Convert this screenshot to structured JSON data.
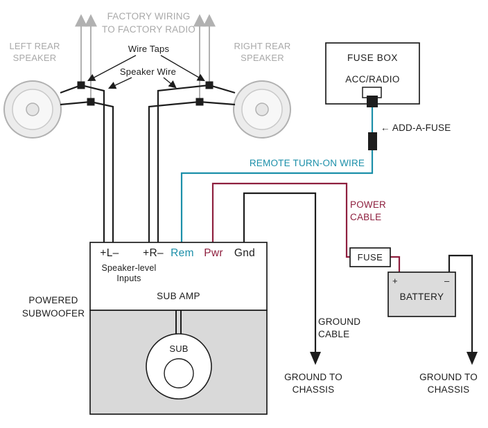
{
  "colors": {
    "gray": "#b1b1b1",
    "gray_text": "#a9a9a9",
    "teal": "#1b8fa9",
    "maroon": "#8e1f3e",
    "ink": "#1d1d1d",
    "sub_fill": "#d9d9d9",
    "battery_fill": "#dcdcdc"
  },
  "labels": {
    "factory_wiring": "FACTORY WIRING\nTO FACTORY RADIO",
    "left_speaker": "LEFT REAR\nSPEAKER",
    "right_speaker": "RIGHT REAR\nSPEAKER",
    "wire_taps": "Wire Taps",
    "speaker_wire": "Speaker Wire",
    "fuse_box": {
      "title": "FUSE BOX",
      "circuit": "ACC/RADIO"
    },
    "add_a_fuse": "← ADD-A-FUSE",
    "remote_wire": "REMOTE TURN-ON WIRE",
    "power_cable": "POWER\nCABLE",
    "fuse": "FUSE",
    "battery": {
      "name": "BATTERY",
      "plus": "+",
      "minus": "–"
    },
    "amp": {
      "terminal_left": "+L–",
      "terminal_right": "+R–",
      "terminal_rem": "Rem",
      "terminal_pwr": "Pwr",
      "terminal_gnd": "Gnd",
      "inputs": "Speaker-level\nInputs",
      "name": "SUB AMP"
    },
    "powered_subwoofer": "POWERED\nSUBWOOFER",
    "sub": "SUB",
    "ground_cable": "GROUND\nCABLE",
    "ground_chassis_left": "GROUND TO\nCHASSIS",
    "ground_chassis_right": "GROUND TO\nCHASSIS"
  }
}
